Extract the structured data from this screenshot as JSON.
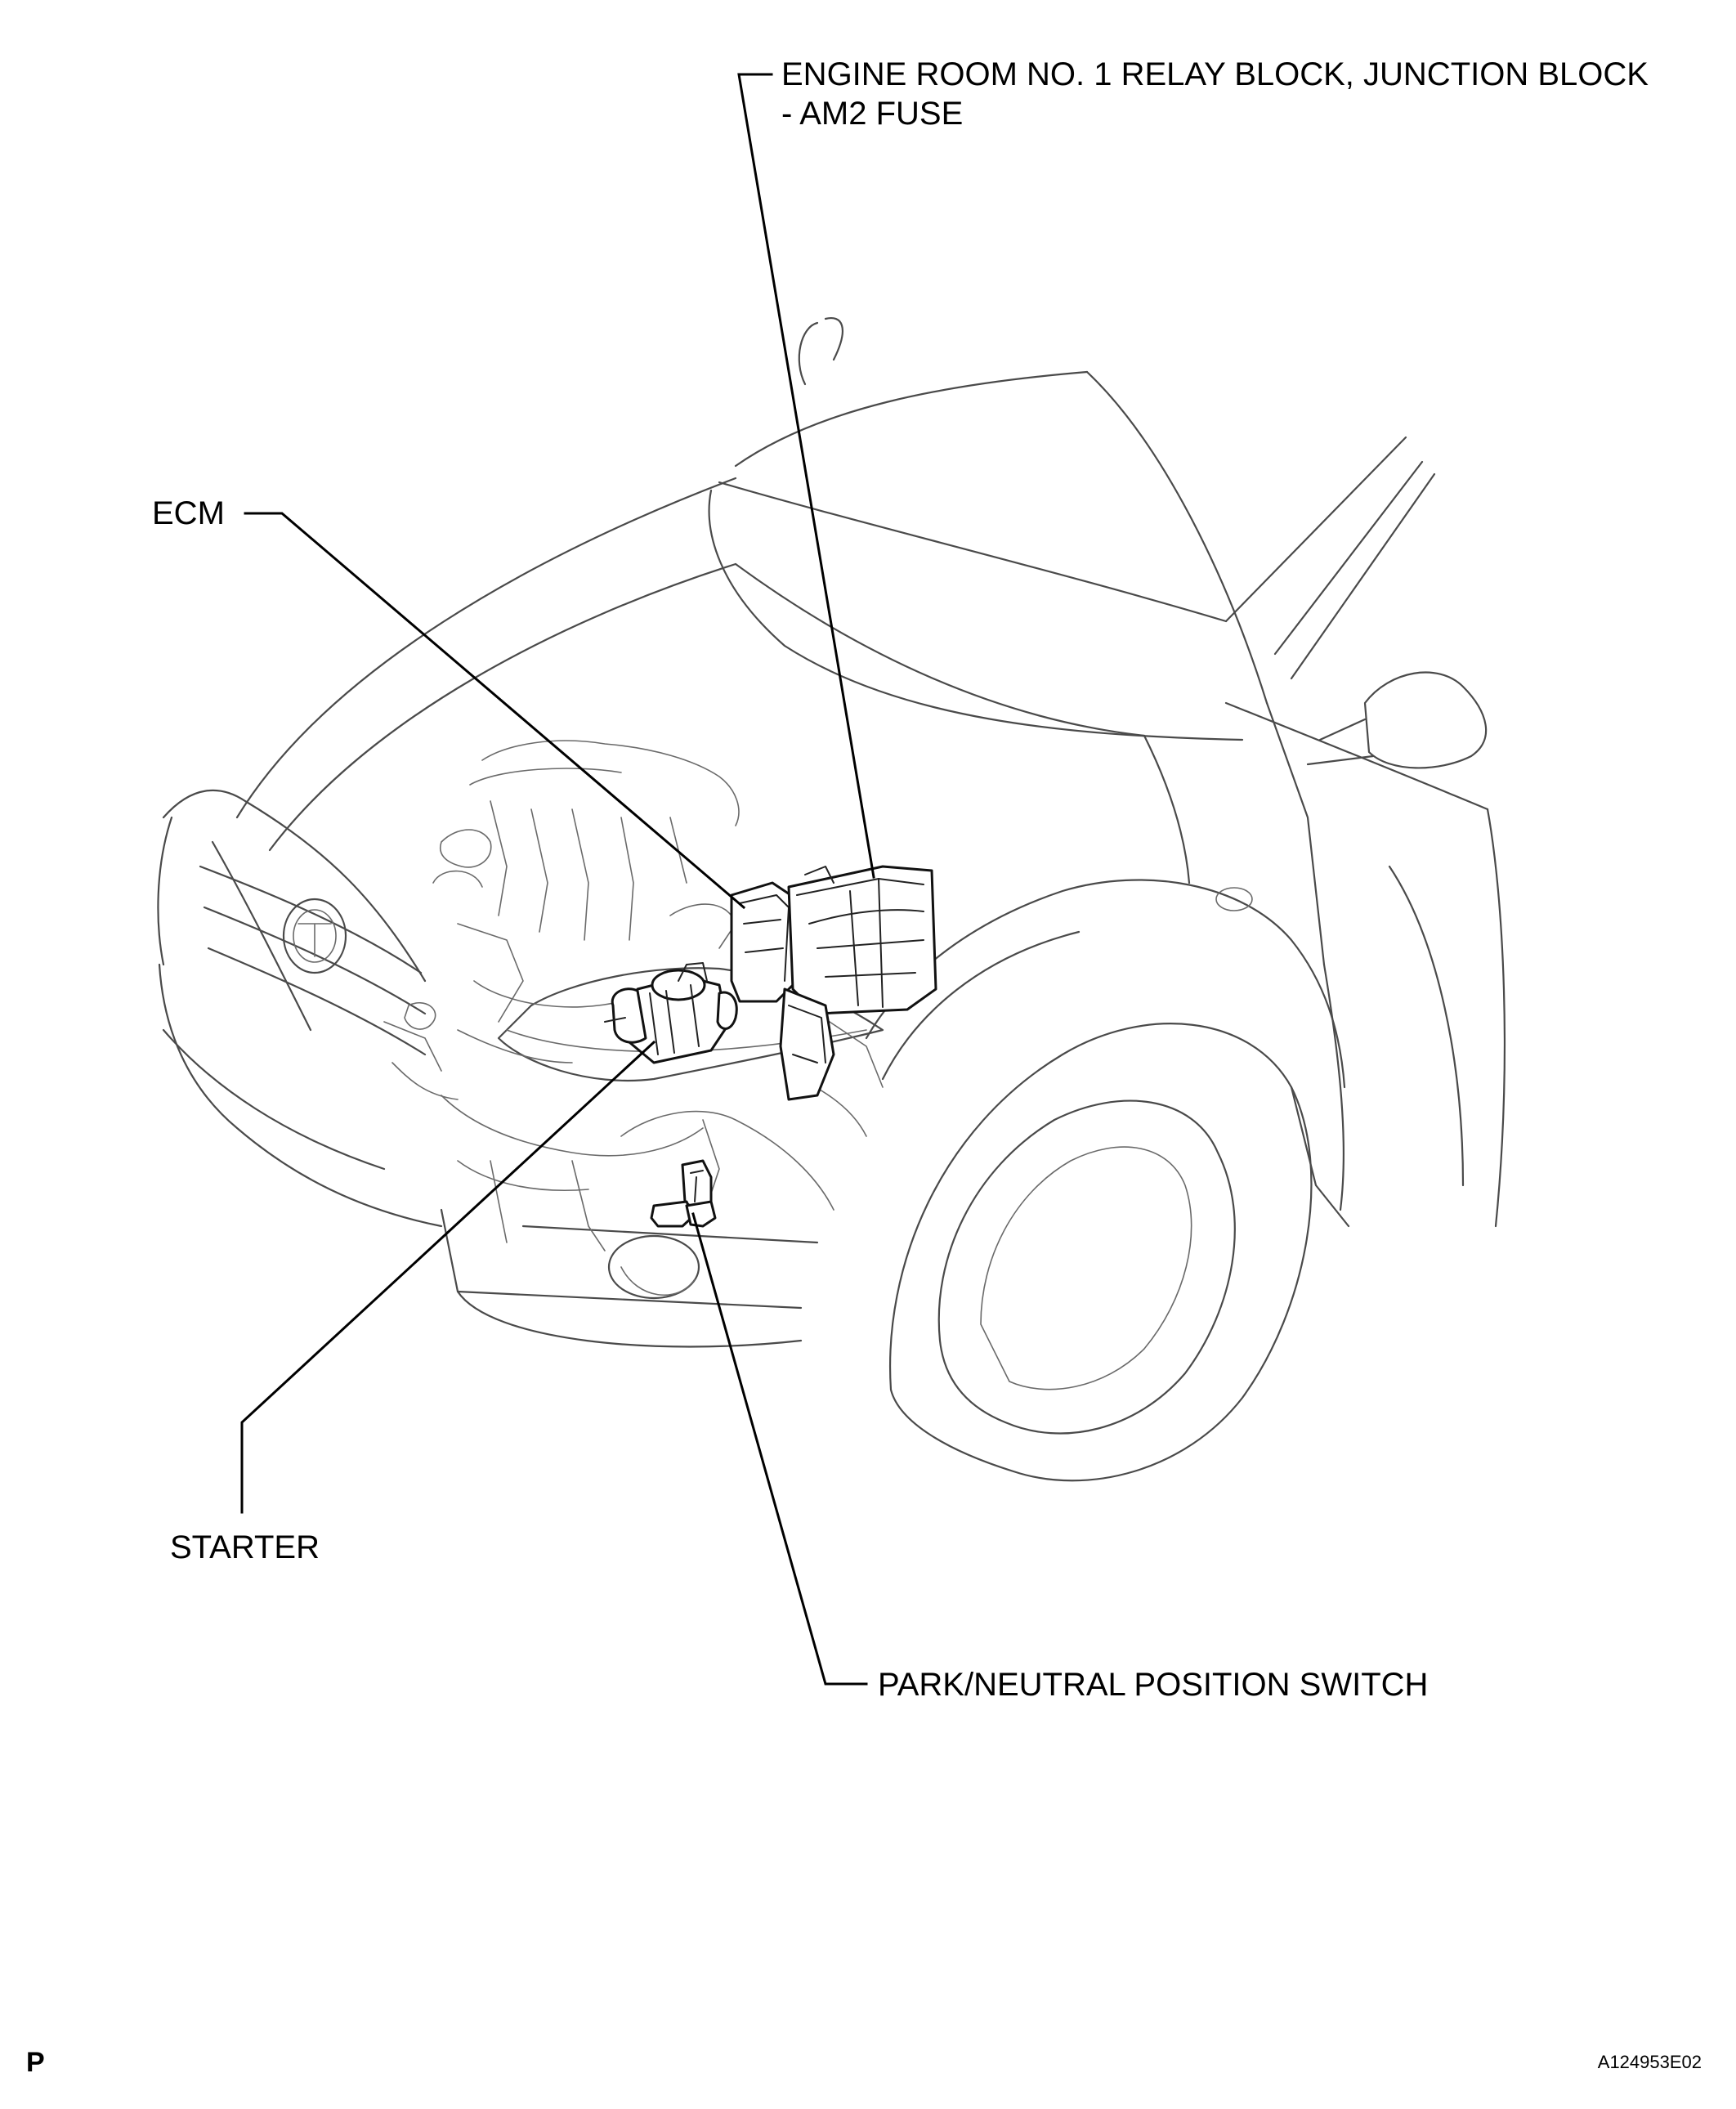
{
  "callouts": {
    "relay_block_line1": "ENGINE ROOM NO. 1 RELAY BLOCK, JUNCTION BLOCK",
    "relay_block_line2": "- AM2 FUSE",
    "ecm": "ECM",
    "starter": "STARTER",
    "pnp_switch": "PARK/NEUTRAL POSITION SWITCH"
  },
  "footer": {
    "section_mark": "P",
    "figure_id": "A124953E02"
  }
}
